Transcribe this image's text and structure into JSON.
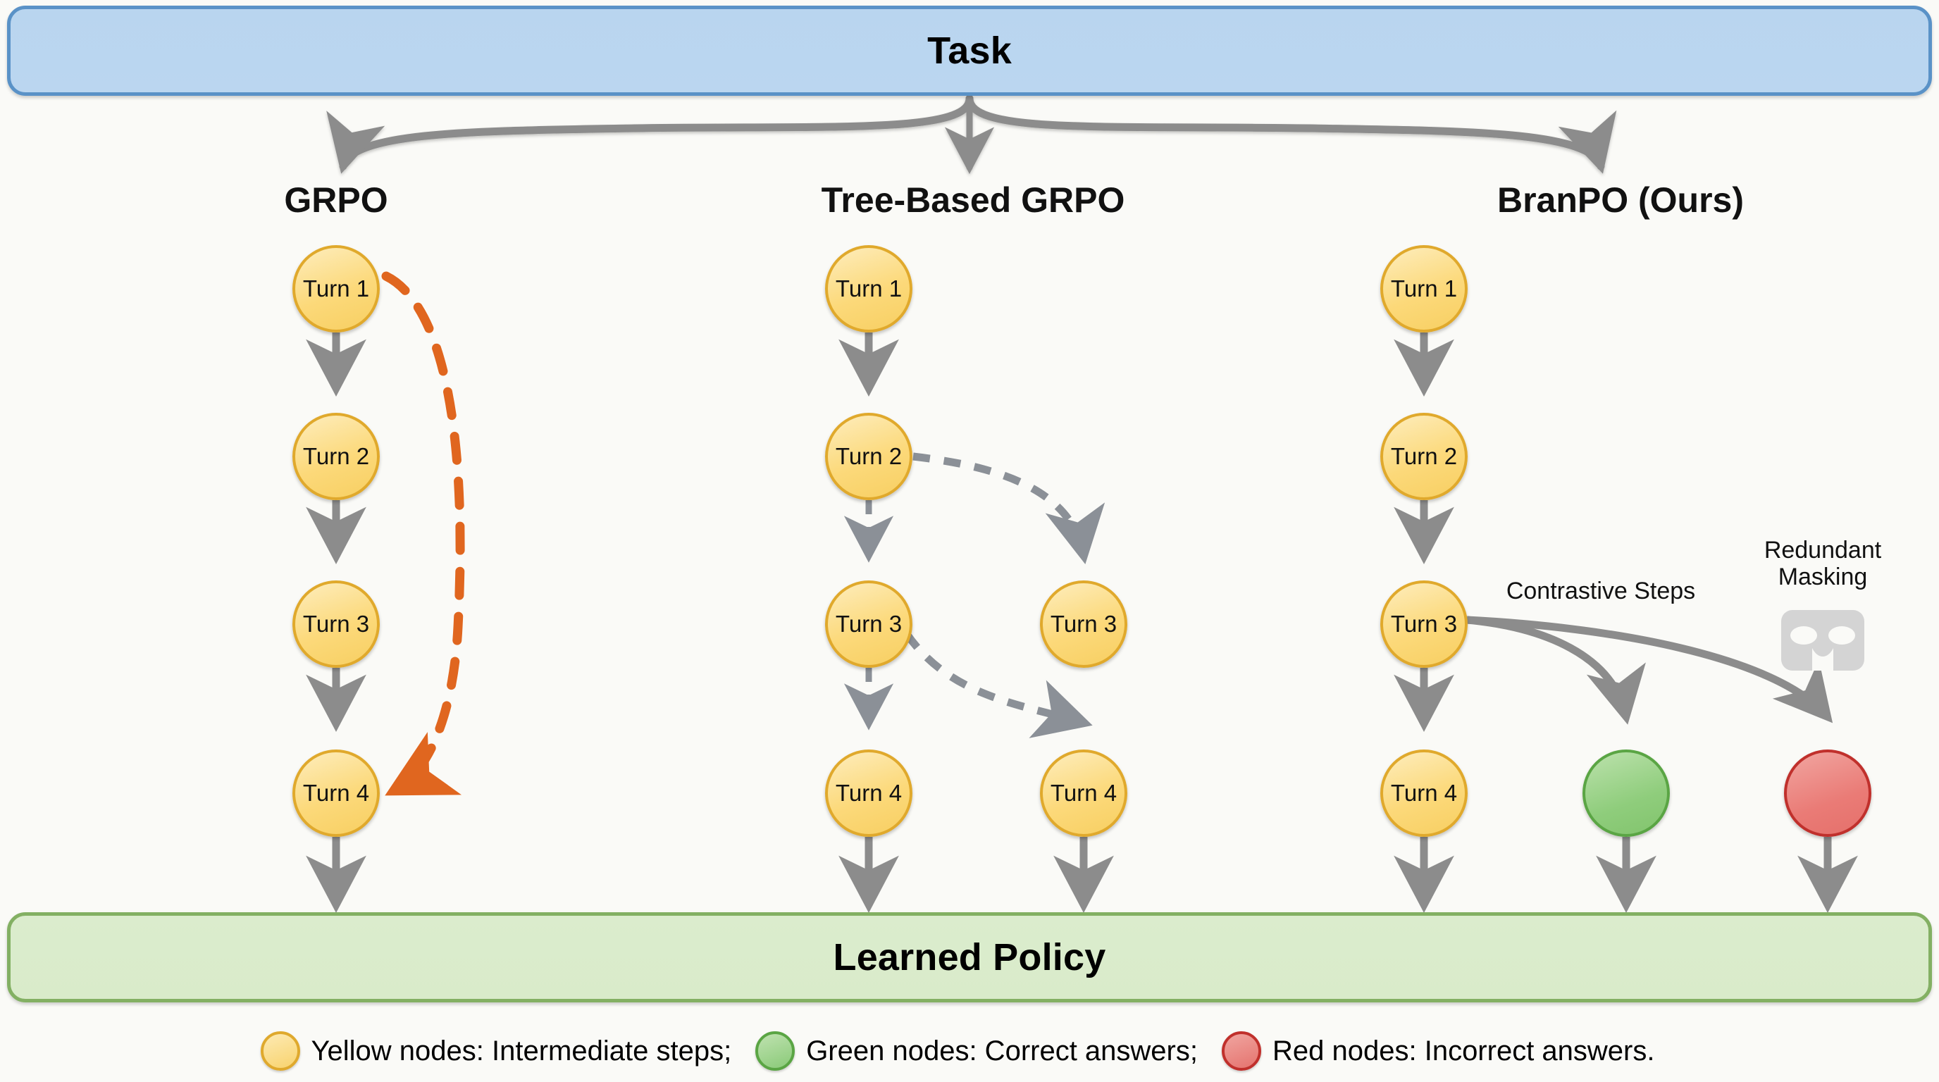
{
  "diagram": {
    "title_box": {
      "label": "Task",
      "fill": "#bbd6f0",
      "border": "#5a92c7"
    },
    "output_box": {
      "label": "Learned Policy",
      "fill": "#d9ebca",
      "border": "#83b063"
    },
    "columns": [
      {
        "id": "grpo",
        "title": "GRPO"
      },
      {
        "id": "tree-based-grpo",
        "title": "Tree-Based GRPO"
      },
      {
        "id": "branpo",
        "title": "BranPO (Ours)"
      }
    ],
    "nodes": {
      "grpo": [
        "Turn 1",
        "Turn 2",
        "Turn 3",
        "Turn 4"
      ],
      "tree_main": [
        "Turn 1",
        "Turn 2",
        "Turn 3",
        "Turn 4"
      ],
      "tree_branch": [
        "Turn 3",
        "Turn 4"
      ],
      "branpo": [
        "Turn 1",
        "Turn 2",
        "Turn 3",
        "Turn 4"
      ],
      "branpo_correct": "",
      "branpo_incorrect": ""
    },
    "annotations": [
      {
        "id": "contrastive-steps",
        "label": "Contrastive Steps"
      },
      {
        "id": "redundant-masking",
        "label_line1": "Redundant",
        "label_line2": "Masking",
        "icon": "mask-icon"
      }
    ],
    "edge_colors": {
      "default_arrow": "#8c8c8c",
      "grpo_shortcut_arrow": "#e0661f",
      "tree_dashed_arrow": "#8b9097"
    }
  },
  "legend": {
    "items": [
      {
        "color_name": "yellow",
        "text": "Yellow nodes: Intermediate steps;"
      },
      {
        "color_name": "green",
        "text": "Green nodes: Correct answers;"
      },
      {
        "color_name": "red",
        "text": "Red nodes: Incorrect answers."
      }
    ]
  }
}
